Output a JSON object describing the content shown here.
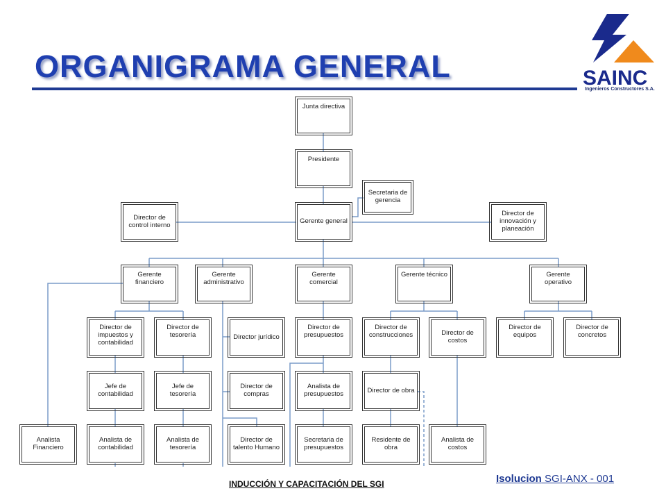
{
  "title": "ORGANIGRAMA GENERAL",
  "logo": {
    "brand": "SAINC",
    "caption": "Ingenieros Constructores S.A."
  },
  "footer": {
    "center": "INDUCCIÓN Y CAPACITACIÓN DEL SGI",
    "isolucion": "Isolucion",
    "code": "SGI-ANX - 001"
  },
  "nodes": {
    "junta": "Junta directiva",
    "presidente": "Presidente",
    "secretaria_gerencia": "Secretaria de gerencia",
    "gerente_general": "Gerente general",
    "dir_control": "Director de control interno",
    "dir_innovacion": "Director de innovación y planeación",
    "g_financiero": "Gerente financiero",
    "g_administrativo": "Gerente administrativo",
    "g_comercial": "Gerente comercial",
    "g_tecnico": "Gerente técnico",
    "g_operativo": "Gerente operativo",
    "dir_impuestos": "Director de impuestos y contabilidad",
    "dir_tesoreria": "Director de tesorería",
    "dir_juridico": "Director jurídico",
    "dir_presupuestos": "Director de presupuestos",
    "dir_construcciones": "Director de construcciones",
    "dir_costos": "Director de costos",
    "dir_equipos": "Director de equipos",
    "dir_concretos": "Director de concretos",
    "jefe_contabilidad": "Jefe de contabilidad",
    "jefe_tesoreria": "Jefe de tesorería",
    "dir_compras": "Director de compras",
    "analista_presupuestos": "Analista de presupuestos",
    "dir_obra": "Director de obra",
    "analista_financiero": "Analista Financiero",
    "analista_contabilidad": "Analista de contabilidad",
    "analista_tesoreria": "Analista de tesorería",
    "dir_talento": "Director de talento Humano",
    "secretaria_presupuestos": "Secretaria de presupuestos",
    "residente_obra": "Residente de obra",
    "analista_costos": "Analista de costos"
  },
  "colors": {
    "title": "#1f3fb0",
    "connector": "#7a9cc8",
    "logo_blue": "#1a2a8c",
    "logo_orange": "#f08a1c"
  }
}
